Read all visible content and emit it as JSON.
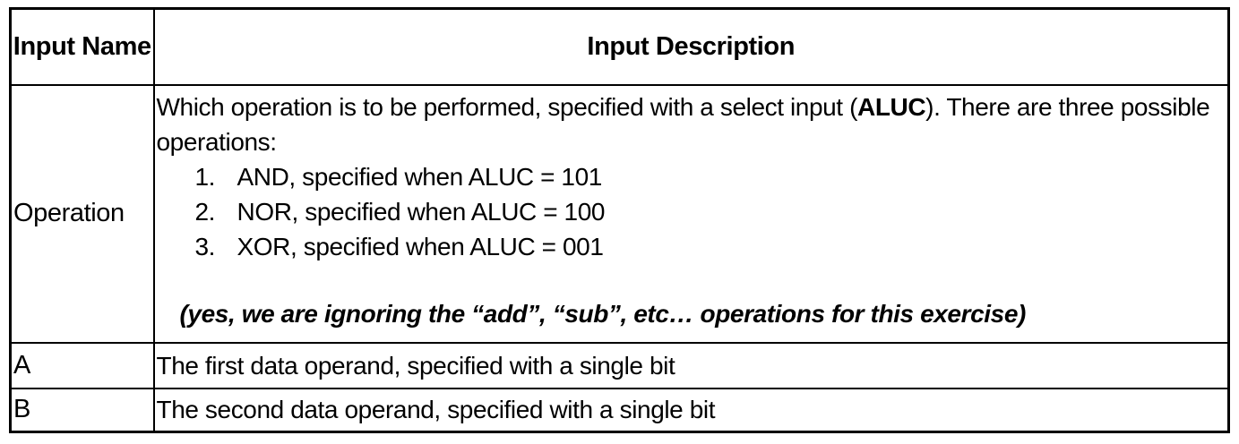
{
  "page": {
    "background_color": "#ffffff",
    "border_color": "#000000",
    "text_color": "#000000"
  },
  "table": {
    "header": {
      "name_col": "Input Name",
      "description_col": "Input Description"
    },
    "rows": [
      {
        "name": "Operation",
        "description": {
          "intro_before": "Which operation is to be performed, specified with a select input (",
          "intro_bold": "ALUC",
          "intro_after": "). There are three possible operations:",
          "options": [
            {
              "num": "1.",
              "text": "AND, specified when ALUC = 101"
            },
            {
              "num": "2.",
              "text": "NOR, specified when ALUC = 100"
            },
            {
              "num": "3.",
              "text": "XOR, specified when ALUC = 001"
            }
          ],
          "note": "(yes, we are ignoring the “add”, “sub”, etc… operations for this exercise)"
        }
      },
      {
        "name": "A",
        "description": "The first data operand, specified with a single bit"
      },
      {
        "name": "B",
        "description": "The second data operand, specified with a single bit"
      }
    ]
  }
}
